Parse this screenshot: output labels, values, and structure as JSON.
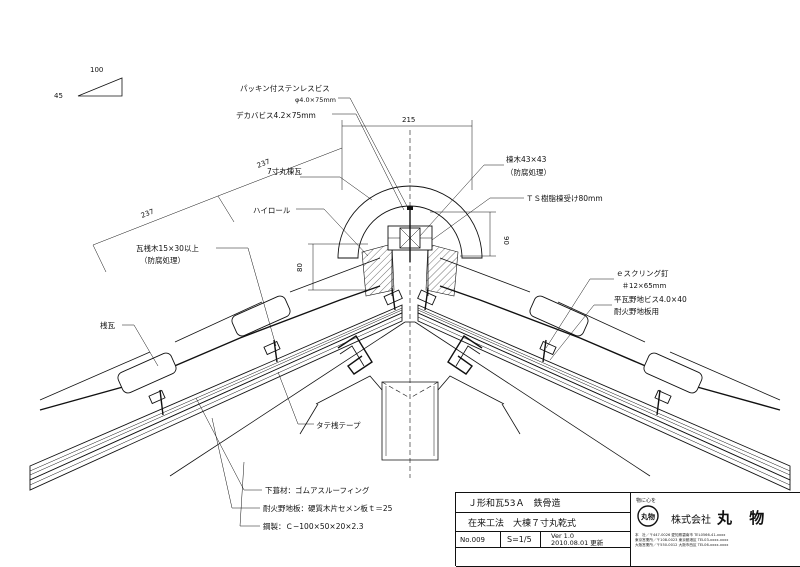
{
  "labels": {
    "scale_triangle_run": "100",
    "scale_triangle_rise": "45",
    "packing_screw": "パッキン付ステンレスビス",
    "packing_screw_size": "φ4.0×75mm",
    "dekaba_screw": "デカバビス4.2×75mm",
    "dim_215": "215",
    "ridge_tile": "7寸丸棟瓦",
    "ridge_wood": "棟木43×43",
    "ridge_wood_note": "（防腐処理）",
    "ts_resin": "ＴＳ樹脂棟受け80mm",
    "hi_roll": "ハイロール",
    "dim_90": "90",
    "dim_80": "80",
    "dim_237_upper": "237",
    "dim_237_lower": "237",
    "batten": "瓦桟木15×30以上",
    "batten_note": "（防腐処理）",
    "ring_nail": "ｅスクリング釘",
    "ring_nail_size": "＃12×65mm",
    "flat_screw": "平瓦野地ビス4.0×40",
    "flat_screw_note": "耐火野地板用",
    "kerabata": "桟瓦",
    "tate_tape": "タテ桟テープ",
    "underlay": "下葺材：ゴムアスルーフィング",
    "sheathing": "耐火野地板：硬質木片セメン板ｔ＝25",
    "steel": "鋼製：Ｃ−100×50×20×2.3"
  },
  "title_block": {
    "title1": "Ｊ形和瓦53Ａ　鉄骨造",
    "title2": "在来工法　大棟７寸丸乾式",
    "drawing_no": "No.009",
    "scale": "S=1/5",
    "version": "Ver 1.0",
    "date": "2010.08.01 更新",
    "logo_caption": "物に心を",
    "logo_mark": "丸物",
    "company_prefix": "株式会社",
    "company_name": "丸 物",
    "address_1": "本　社／〒447-0026 愛知県碧南市 TEL0566-41-xxxx",
    "address_2": "東京営業所／〒108-0023 東京都港区 TEL03-xxxx-xxxx",
    "address_3": "大阪営業所／〒550-0012 大阪市西区 TEL06-xxxx-xxxx"
  }
}
